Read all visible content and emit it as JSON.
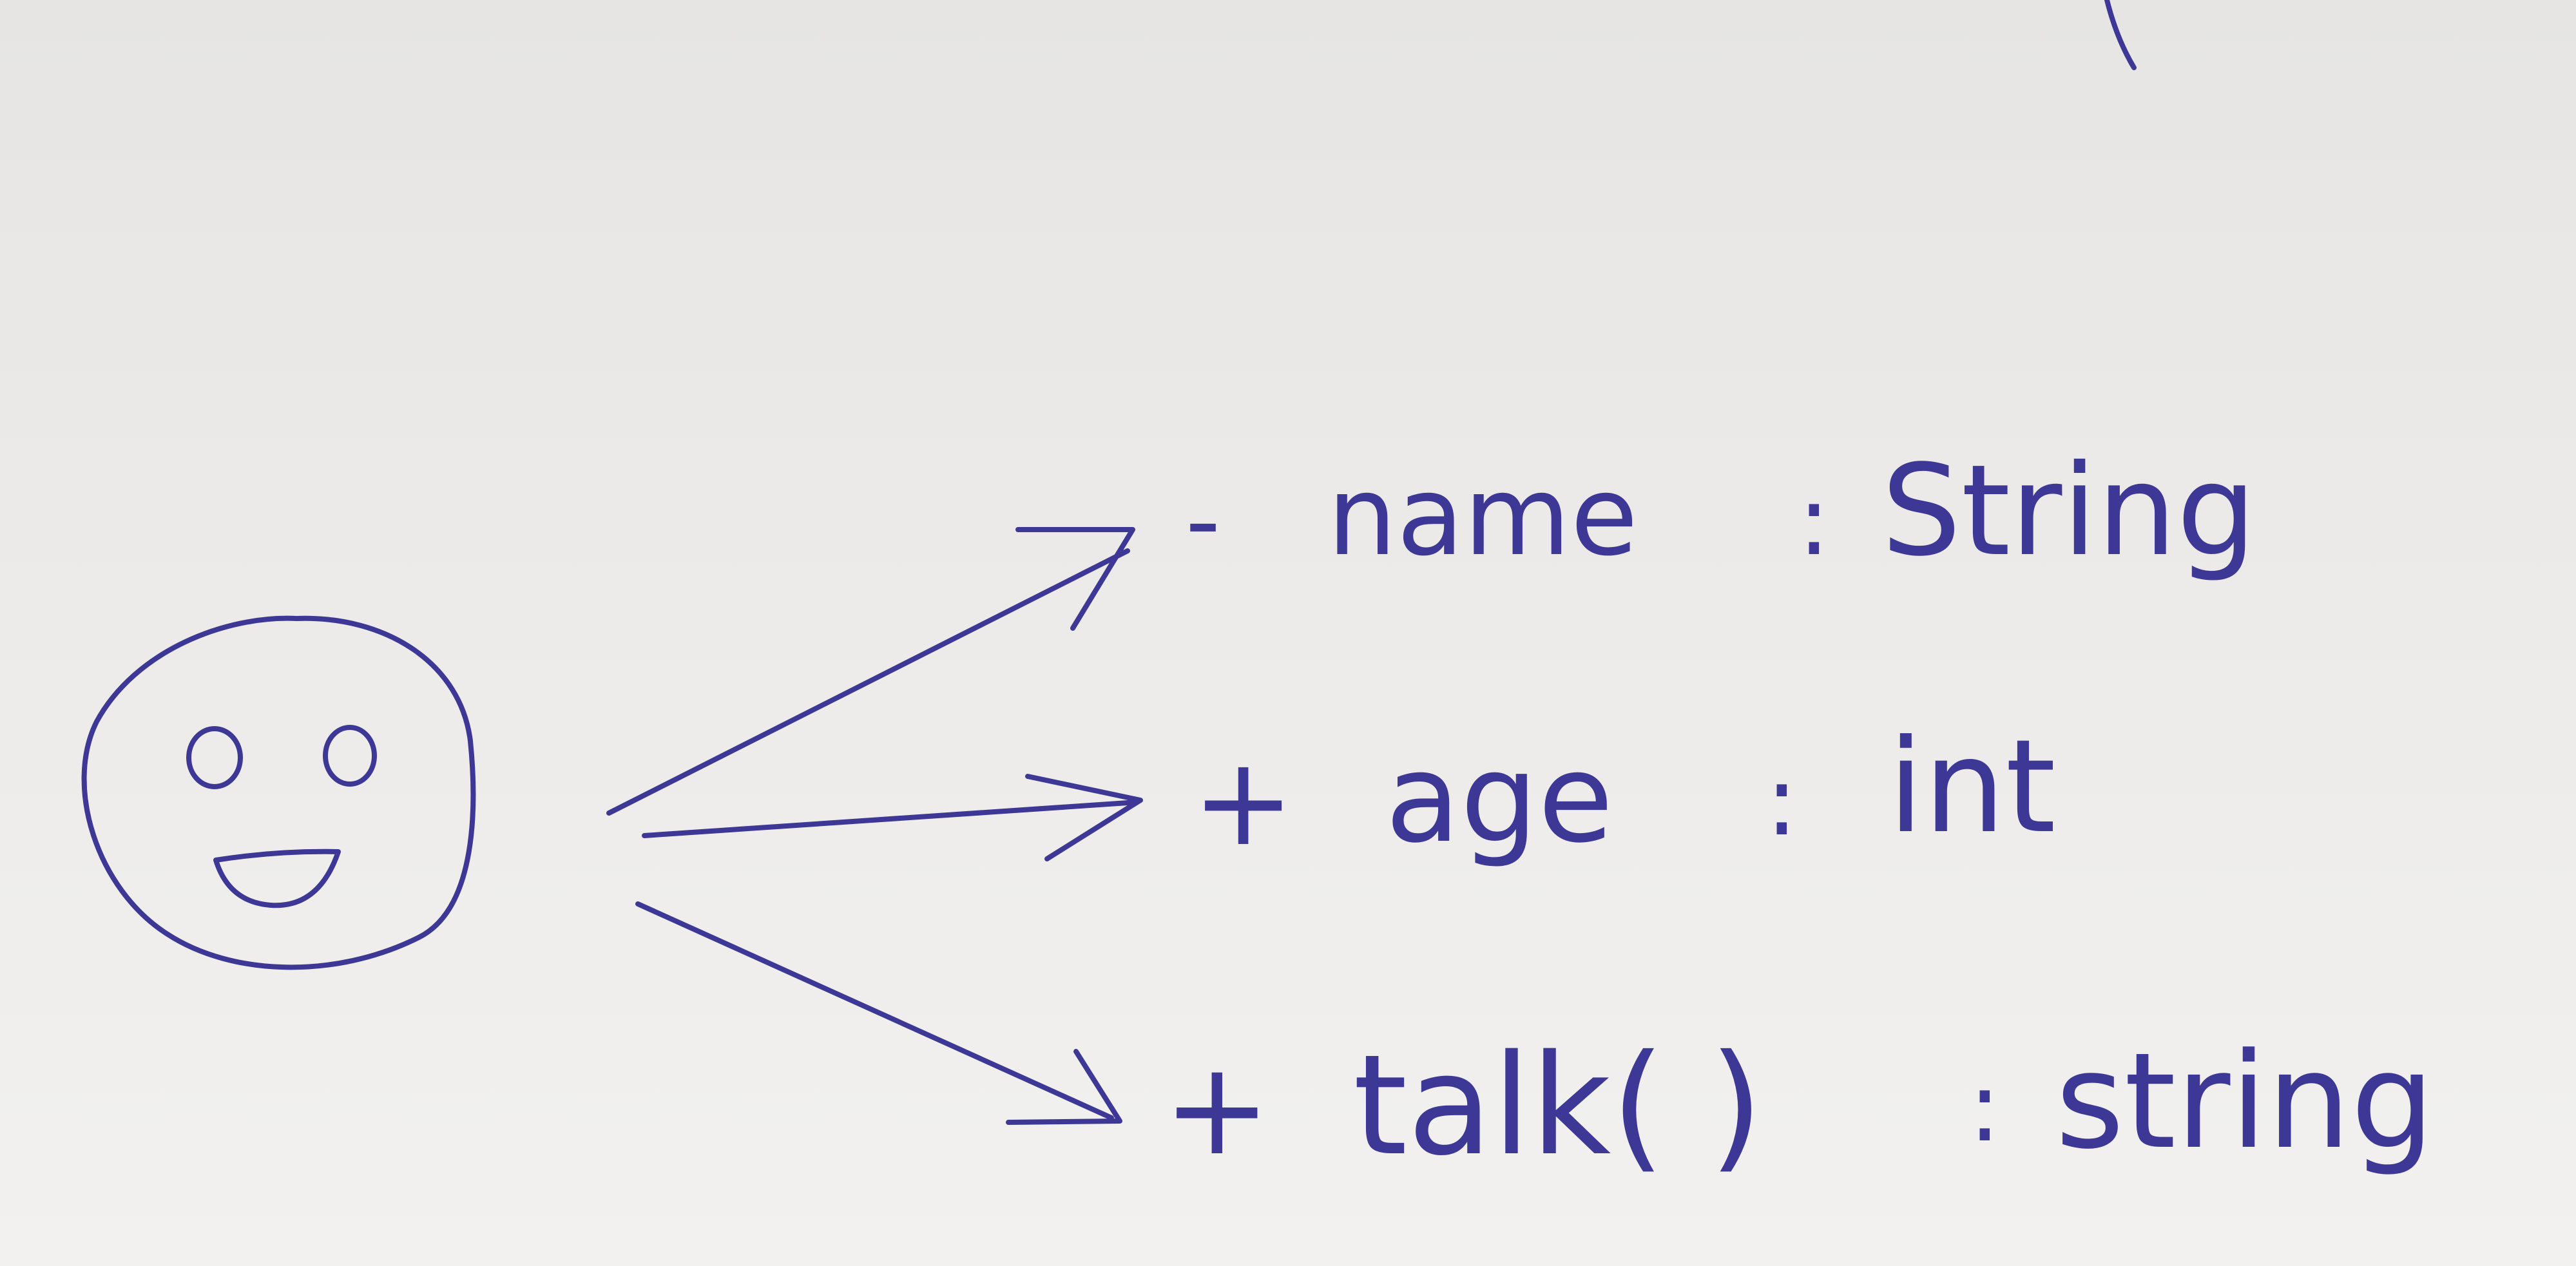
{
  "diagram": {
    "attributes": [
      {
        "visibility": "-",
        "name": "name",
        "separator": ":",
        "type": "String"
      },
      {
        "visibility": "+",
        "name": "age",
        "separator": ":",
        "type": "int"
      },
      {
        "visibility": "+",
        "name": "talk( )",
        "separator": ":",
        "type": "string"
      }
    ],
    "ink_color": "#3d3796",
    "paper_color": "#ecebe9",
    "icons": [
      "smiley-face-icon",
      "arrow-icon"
    ]
  }
}
